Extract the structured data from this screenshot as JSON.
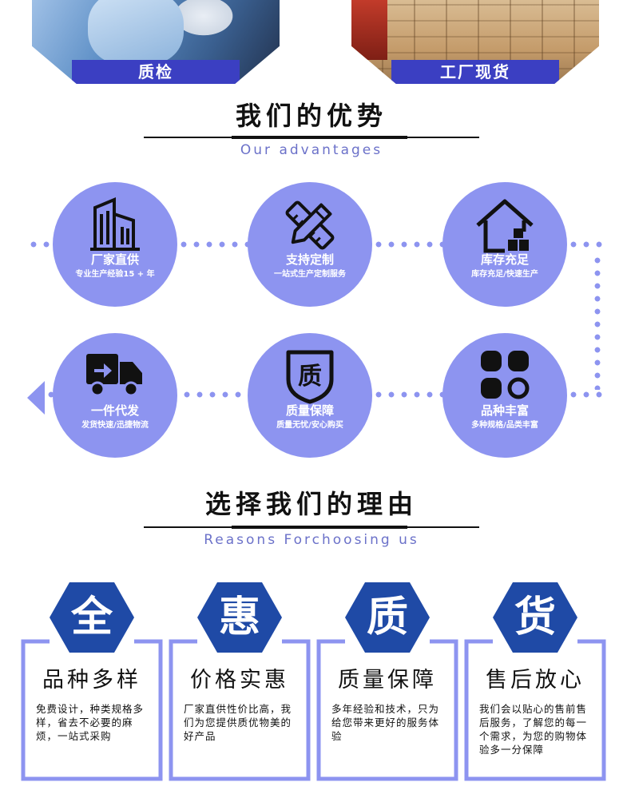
{
  "top_banner": {
    "left_caption": "质检",
    "right_caption": "工厂现货"
  },
  "advantages_section": {
    "title": "我们的优势",
    "subtitle": "Our advantages",
    "items": [
      {
        "title": "厂家直供",
        "desc": "专业生产经验15 + 年",
        "icon": "building-icon"
      },
      {
        "title": "支持定制",
        "desc": "一站式生产定制服务",
        "icon": "pencil-ruler-icon"
      },
      {
        "title": "库存充足",
        "desc": "库存充足/快速生产",
        "icon": "warehouse-icon"
      },
      {
        "title": "品种丰富",
        "desc": "多种规格/品类丰富",
        "icon": "grid-variety-icon"
      },
      {
        "title": "质量保障",
        "desc": "质量无忧/安心购买",
        "icon": "quality-shield-icon"
      },
      {
        "title": "一件代发",
        "desc": "发货快速/迅捷物流",
        "icon": "delivery-truck-icon"
      }
    ],
    "colors": {
      "circle": "#8d94f0",
      "dots": "#8d94f0",
      "subtitle": "#6b71c9"
    }
  },
  "reasons_section": {
    "title": "选择我们的理由",
    "subtitle": "Reasons Forchoosing us",
    "cards": [
      {
        "badge": "全",
        "title": "品种多样",
        "desc": "免费设计，种类规格多样，省去不必要的麻烦，一站式采购"
      },
      {
        "badge": "惠",
        "title": "价格实惠",
        "desc": "厂家直供性价比高，我们为您提供质优物美的好产品"
      },
      {
        "badge": "质",
        "title": "质量保障",
        "desc": "多年经验和技术，只为给您带来更好的服务体验"
      },
      {
        "badge": "货",
        "title": "售后放心",
        "desc": "我们会以贴心的售前售后服务，了解您的每一个需求，为您的购物体验多一分保障"
      }
    ],
    "colors": {
      "hexagon": "#1f4aa6",
      "frame": "#8d94f0"
    }
  }
}
